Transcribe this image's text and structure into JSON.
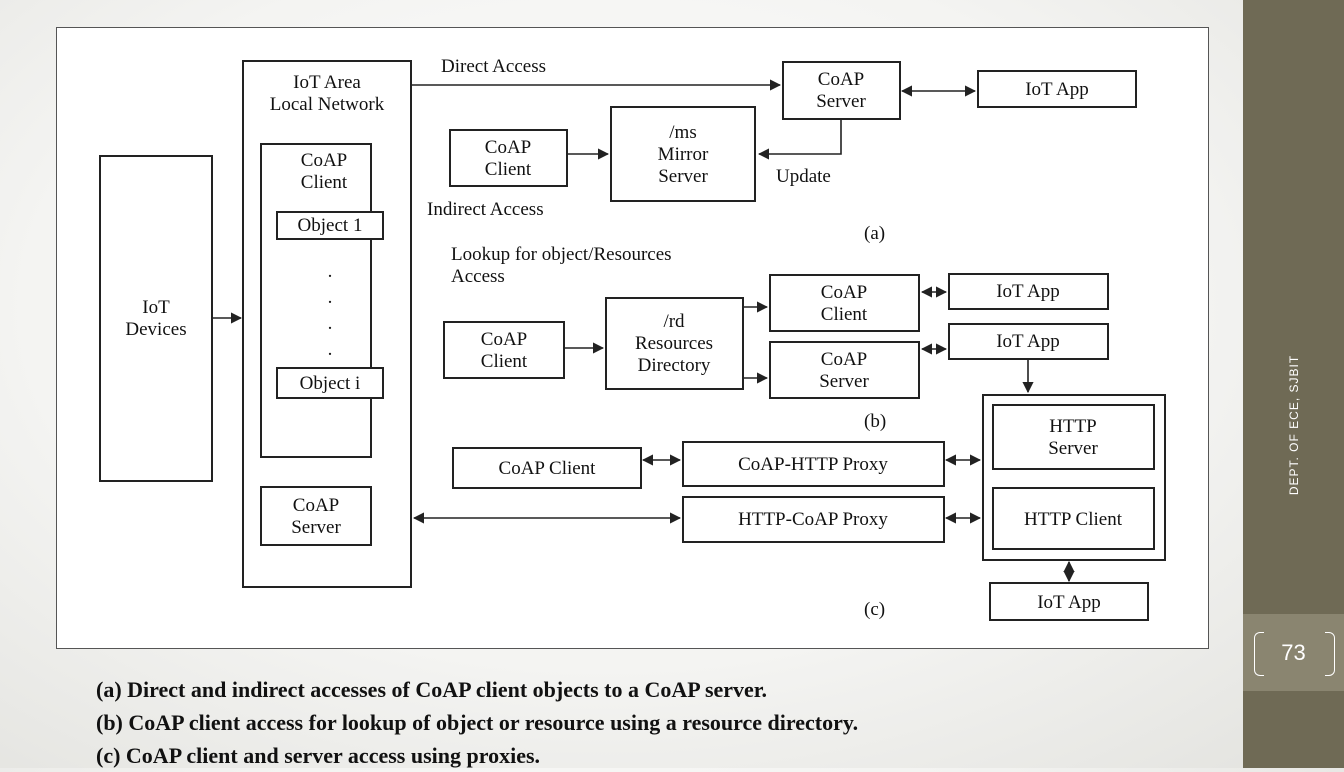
{
  "diagram": {
    "iot_devices": "IoT\nDevices",
    "area_network": "IoT Area\nLocal Network",
    "coap_client_left": "CoAP\nClient",
    "object_1": "Object 1",
    "dots": ".\n.\n.\n.",
    "object_i": "Object i",
    "coap_server_left": "CoAP\nServer",
    "direct_access": "Direct Access",
    "coap_server_a": "CoAP\nServer",
    "iot_app_a": "IoT App",
    "coap_client_a": "CoAP\nClient",
    "mirror_server": "/ms\nMirror\nServer",
    "update": "Update",
    "indirect_access": "Indirect Access",
    "label_a": "(a)",
    "lookup_text": "Lookup for object/Resources\nAccess",
    "coap_client_b": "CoAP\nClient",
    "resource_directory": "/rd\nResources\nDirectory",
    "coap_client_b2": "CoAP\nClient",
    "coap_server_b": "CoAP\nServer",
    "iot_app_b1": "IoT App",
    "iot_app_b2": "IoT App",
    "label_b": "(b)",
    "coap_client_c": "CoAP Client",
    "coap_http_proxy": "CoAP-HTTP Proxy",
    "http_coap_proxy": "HTTP-CoAP Proxy",
    "http_server": "HTTP\nServer",
    "http_client": "HTTP Client",
    "iot_app_c": "IoT App",
    "label_c": "(c)"
  },
  "caption": {
    "line_a": "(a) Direct and indirect accesses of CoAP client objects to a CoAP server.",
    "line_b": "(b) CoAP client access for lookup of object or resource using a resource directory.",
    "line_c": "(c) CoAP client and server access using proxies."
  },
  "sidebar": {
    "footer": "DEPT. OF ECE, SJBIT",
    "page_number": "73"
  }
}
